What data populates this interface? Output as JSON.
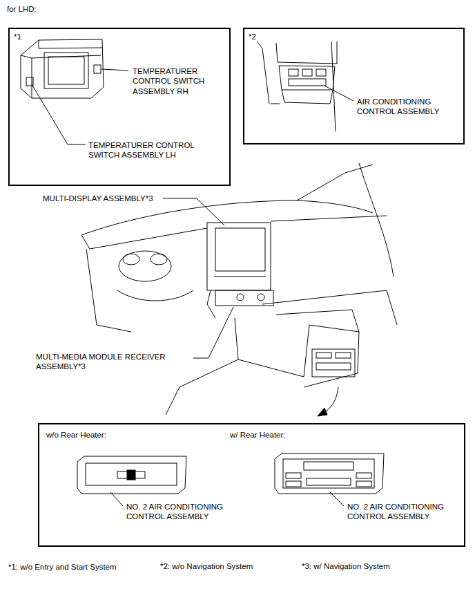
{
  "diagram": {
    "nodes": [
      {
        "text": [
          "*1",
          "TEMPERATURER CONTROL SWITCH ASSEMBLY RH",
          "TEMPERATURER CONTROL SWITCH ASSEMBLY LH"
        ]
      },
      {
        "text": [
          "*2",
          "AIR CONDITIONING CONTROL ASSEMBLY"
        ]
      },
      {
        "text": [
          "w/o Rear Heater:",
          "w/ Rear Heater:",
          "NO. 2 AIR CONDITIONING CONTROL ASSEMBLY",
          "NO. 2 AIR CONDITIONING CONTROL ASSEMBLY"
        ]
      }
    ],
    "labels": [
      "for LHD:",
      "MULTI-DISPLAY ASSEMBLY*3",
      "MULTI-MEDIA MODULE RECEIVER ASSEMBLY*3",
      "*1: w/o Entry and Start System",
      "*2: w/o Navigation System",
      "*3: w/ Navigation System"
    ]
  }
}
